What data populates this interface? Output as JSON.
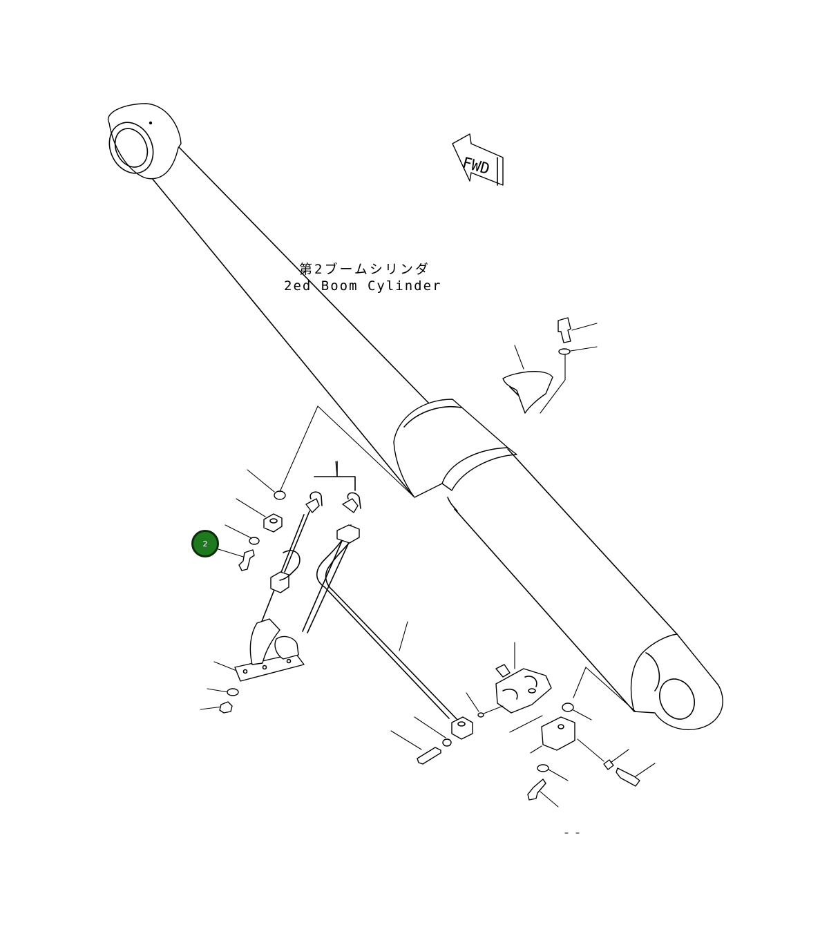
{
  "diagram": {
    "title_jp": "第2ブームシリンダ",
    "title_en": "2ed Boom Cylinder",
    "direction_marker": "FWD"
  },
  "callouts": [
    {
      "number": "2",
      "color": "#1f7a1f"
    }
  ]
}
